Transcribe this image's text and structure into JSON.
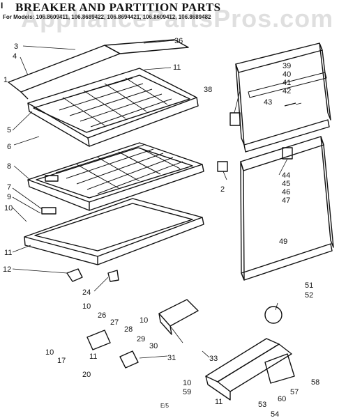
{
  "header": {
    "corner_mark": "I",
    "title": "BREAKER AND PARTITION PARTS",
    "models_line": "For Models: 106.8609411, 106.8689422, 106.8694421, 106.8609412, 106.8689482",
    "watermark": "AppliancePartsPros.com"
  },
  "page_number": "E/5",
  "callouts": {
    "c1": "1",
    "c2": "2",
    "c3": "3",
    "c4": "4",
    "c5": "5",
    "c6": "6",
    "c7": "7",
    "c8": "8",
    "c9": "9",
    "c10a": "10",
    "c10b": "10",
    "c10c": "10",
    "c10d": "10",
    "c10e": "10",
    "c11a": "11",
    "c11b": "11",
    "c11c": "11",
    "c11d": "11",
    "c12": "12",
    "c17": "17",
    "c20": "20",
    "c24": "24",
    "c26": "26",
    "c27": "27",
    "c28": "28",
    "c29": "29",
    "c30": "30",
    "c31": "31",
    "c33": "33",
    "c36": "36",
    "c38": "38",
    "c39": "39",
    "c40": "40",
    "c41": "41",
    "c42": "42",
    "c43": "43",
    "c44": "44",
    "c45": "45",
    "c46": "46",
    "c47": "47",
    "c49": "49",
    "c51": "51",
    "c52": "52",
    "c53": "53",
    "c54": "54",
    "c57": "57",
    "c58": "58",
    "c59": "59",
    "c60": "60"
  }
}
